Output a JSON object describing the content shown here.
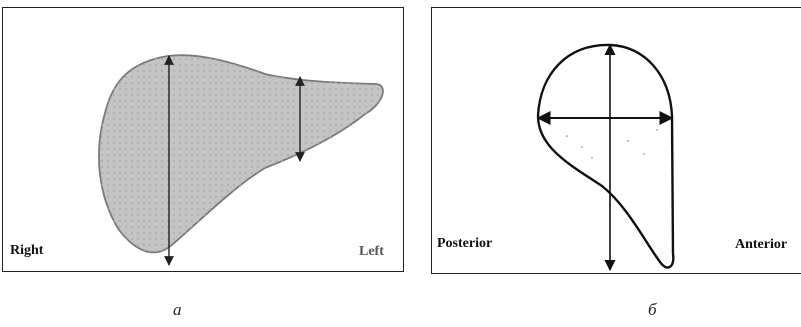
{
  "panel_a": {
    "label_right": "Right",
    "label_left": "Left",
    "caption": "a",
    "fill_color": "#c4c4c4",
    "outline_color": "#7a7a7a"
  },
  "panel_b": {
    "label_posterior": "Posterior",
    "label_anterior": "Anterior",
    "caption": "б",
    "outline_color": "#111111"
  }
}
